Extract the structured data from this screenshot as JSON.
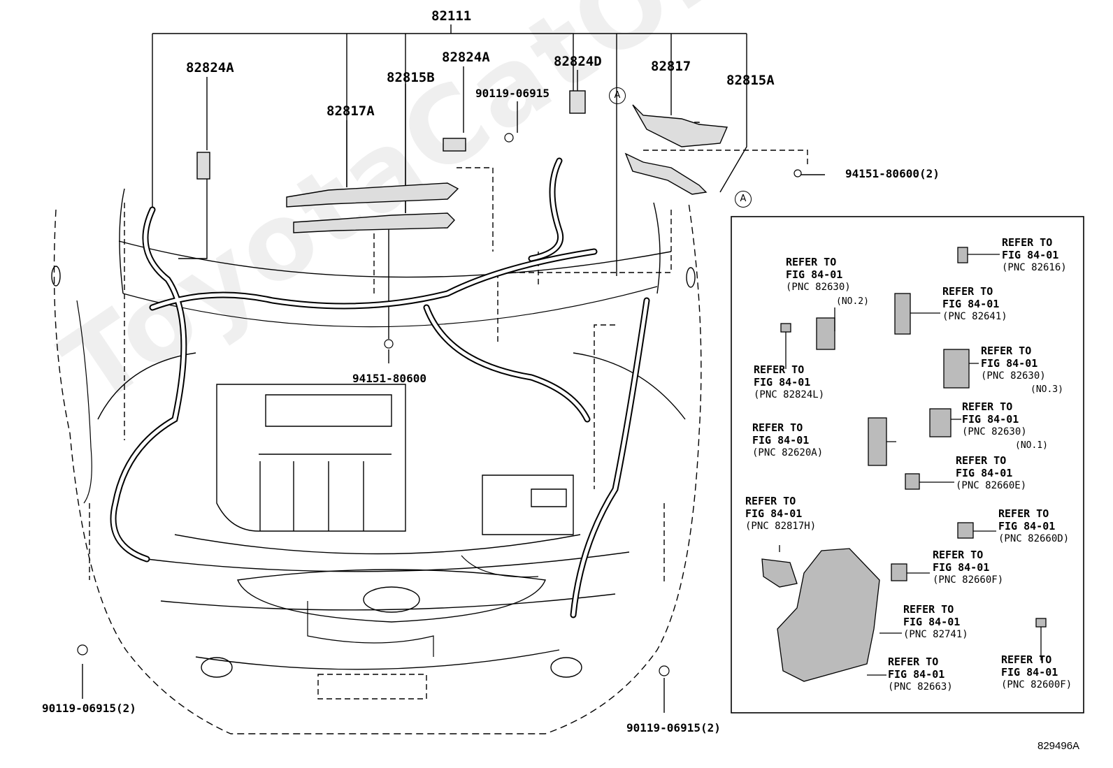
{
  "watermark": "ToyotaCatOnline.ru",
  "diagram_id": "829496A",
  "marker_a": "A",
  "labels": {
    "p82111": "82111",
    "p82824A_left": "82824A",
    "p82824A_mid": "82824A",
    "p82824D": "82824D",
    "p82817": "82817",
    "p82815A": "82815A",
    "p82815B": "82815B",
    "p82817A": "82817A",
    "p90119_top": "90119-06915",
    "p94151_2": "94151-80600(2)",
    "p94151": "94151-80600",
    "p90119_left": "90119-06915(2)",
    "p90119_right": "90119-06915(2)"
  },
  "refs": [
    {
      "l1": "REFER TO",
      "l2": "FIG 84-01",
      "l3": "(PNC 82616)"
    },
    {
      "l1": "REFER TO",
      "l2": "FIG 84-01",
      "l3": "(PNC 82630)",
      "note": "(NO.2)"
    },
    {
      "l1": "REFER TO",
      "l2": "FIG 84-01",
      "l3": "(PNC 82641)"
    },
    {
      "l1": "REFER TO",
      "l2": "FIG 84-01",
      "l3": "(PNC 82630)",
      "note": "(NO.3)"
    },
    {
      "l1": "REFER TO",
      "l2": "FIG 84-01",
      "l3": "(PNC 82824L)"
    },
    {
      "l1": "REFER TO",
      "l2": "FIG 84-01",
      "l3": "(PNC 82630)",
      "note": "(NO.1)"
    },
    {
      "l1": "REFER TO",
      "l2": "FIG 84-01",
      "l3": "(PNC 82620A)"
    },
    {
      "l1": "REFER TO",
      "l2": "FIG 84-01",
      "l3": "(PNC 82660E)"
    },
    {
      "l1": "REFER TO",
      "l2": "FIG 84-01",
      "l3": "(PNC 82817H)"
    },
    {
      "l1": "REFER TO",
      "l2": "FIG 84-01",
      "l3": "(PNC 82660D)"
    },
    {
      "l1": "REFER TO",
      "l2": "FIG 84-01",
      "l3": "(PNC 82660F)"
    },
    {
      "l1": "REFER TO",
      "l2": "FIG 84-01",
      "l3": "(PNC 82741)"
    },
    {
      "l1": "REFER TO",
      "l2": "FIG 84-01",
      "l3": "(PNC 82663)"
    },
    {
      "l1": "REFER TO",
      "l2": "FIG 84-01",
      "l3": "(PNC 82600F)"
    }
  ]
}
